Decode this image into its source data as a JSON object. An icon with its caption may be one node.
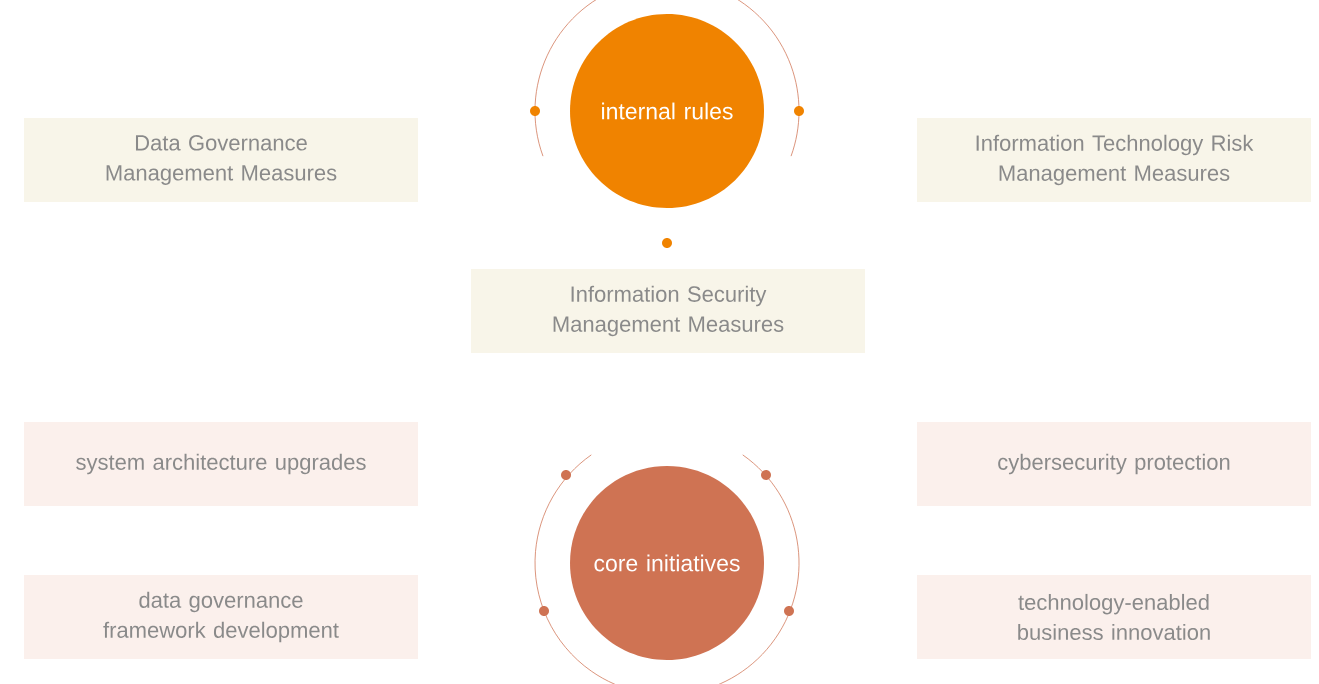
{
  "diagram": {
    "nodes": [
      {
        "text": [
          "Data Governance Management Measures"
        ]
      },
      {
        "text": [
          "internal rules"
        ]
      },
      {
        "text": [
          "Information Technology Risk Management Measures"
        ]
      },
      {
        "text": [
          "Information Security Management Measures"
        ]
      },
      {
        "text": [
          "system architecture upgrades"
        ]
      },
      {
        "text": [
          "core initiatives"
        ]
      },
      {
        "text": [
          "cybersecurity protection"
        ]
      },
      {
        "text": [
          "data governance framework development"
        ]
      },
      {
        "text": [
          "technology-enabled business innovation"
        ]
      }
    ]
  }
}
